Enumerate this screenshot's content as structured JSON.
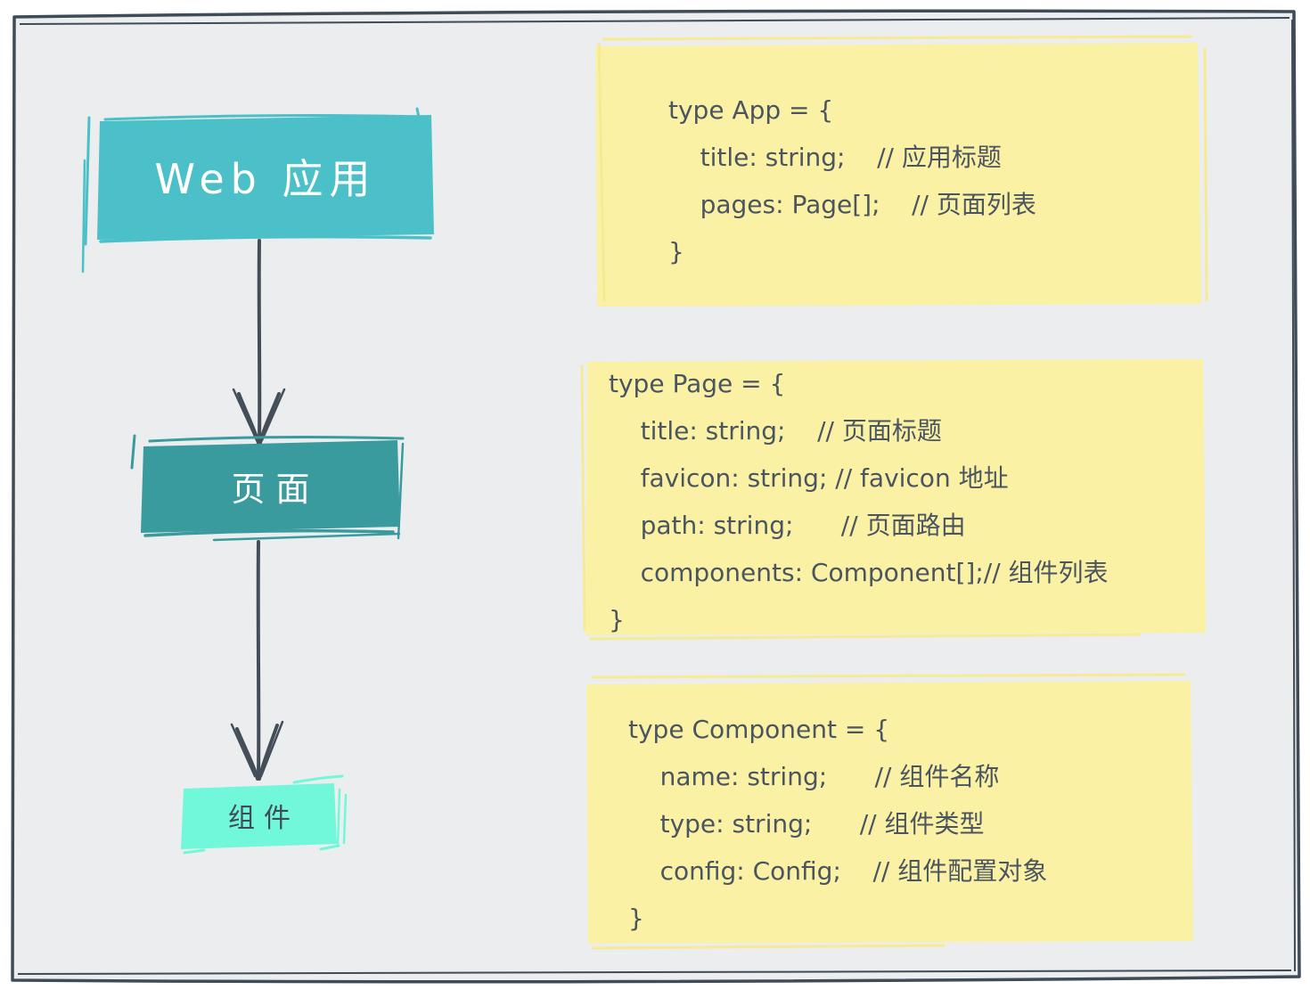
{
  "diagram": {
    "nodes": [
      {
        "id": "web-app",
        "label": "Web 应用",
        "fill": "#4bc0c8",
        "text_color": "#ffffff"
      },
      {
        "id": "page",
        "label": "页面",
        "fill": "#399b9e",
        "text_color": "#ffffff"
      },
      {
        "id": "component",
        "label": "组件",
        "fill": "#71f8db",
        "text_color": "#3f4b56"
      }
    ],
    "edges": [
      {
        "from": "web-app",
        "to": "page"
      },
      {
        "from": "page",
        "to": "component"
      }
    ]
  },
  "code_blocks": [
    {
      "id": "type-app",
      "background": "#faf1a5",
      "lines": [
        "type App = {",
        "    title: string;    // 应用标题",
        "    pages: Page[];    // 页面列表",
        "}"
      ]
    },
    {
      "id": "type-page",
      "background": "#faf1a5",
      "lines": [
        "type Page = {",
        "    title: string;    // 页面标题",
        "    favicon: string; // favicon 地址",
        "    path: string;      // 页面路由",
        "    components: Component[];// 组件列表",
        "}"
      ]
    },
    {
      "id": "type-component",
      "background": "#faf1a5",
      "lines": [
        "type Component = {",
        "    name: string;      // 组件名称",
        "    type: string;      // 组件类型",
        "    config: Config;    // 组件配置对象",
        "}"
      ]
    }
  ],
  "colors": {
    "canvas_background": "#ecedee",
    "frame_stroke": "#3f4b56",
    "arrow": "#434e59",
    "node_teal": "#4bc0c8",
    "node_dark_teal": "#399b9e",
    "node_mint": "#71f8db",
    "code_background": "#faf1a5",
    "code_text": "#4a5560"
  }
}
